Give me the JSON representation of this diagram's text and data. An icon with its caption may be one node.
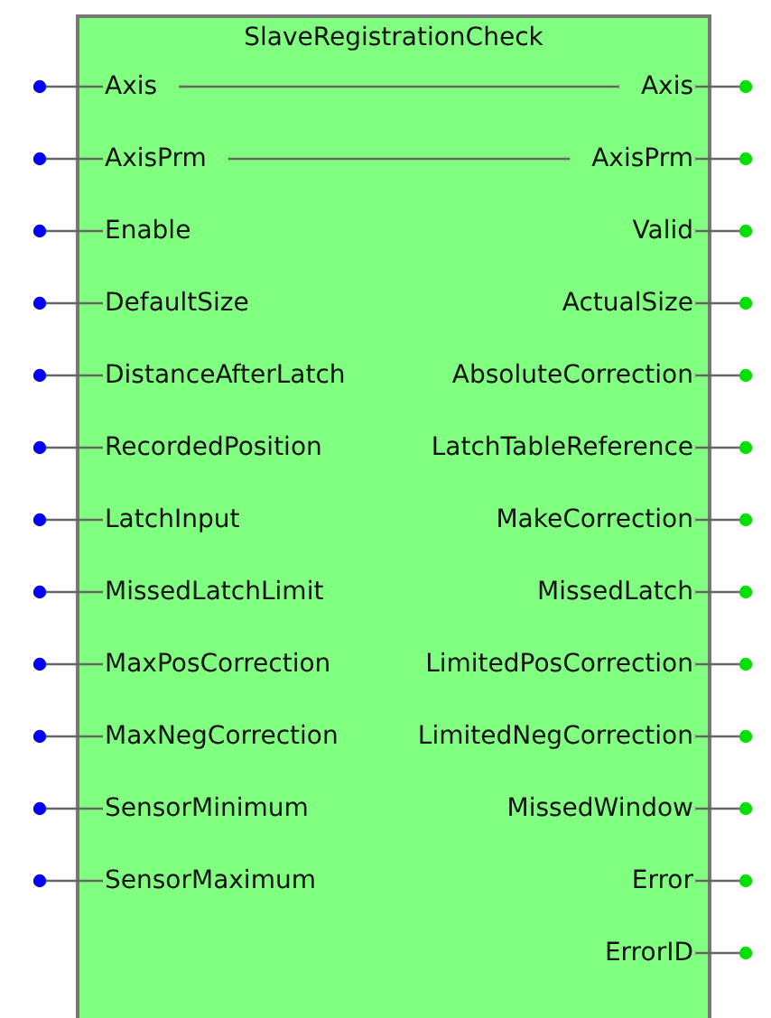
{
  "diagram": {
    "nodes": [
      {
        "text": [
          "SlaveRegistrationCheck"
        ]
      },
      {
        "text": [
          "Axis"
        ],
        "in": 0
      },
      {
        "text": [
          "Axis"
        ],
        "in": 0
      },
      {
        "text": [
          "AxisPrm"
        ],
        "in": 0
      },
      {
        "text": [
          "AxisPrm"
        ],
        "in": 0
      },
      {
        "text": [
          "Enable"
        ],
        "in": 0
      },
      {
        "text": [
          "Valid"
        ],
        "in": 0
      },
      {
        "text": [
          "DefaultSize"
        ],
        "in": 0
      },
      {
        "text": [
          "ActualSize"
        ],
        "in": 0
      },
      {
        "text": [
          "DistanceAfterLatch"
        ],
        "in": 0
      },
      {
        "text": [
          "AbsoluteCorrection"
        ],
        "in": 0
      },
      {
        "text": [
          "RecordedPosition"
        ],
        "in": 0
      },
      {
        "text": [
          "LatchTableReference"
        ],
        "in": 0
      },
      {
        "text": [
          "LatchInput"
        ],
        "in": 0
      },
      {
        "text": [
          "MakeCorrection"
        ],
        "in": 0
      },
      {
        "text": [
          "MissedLatchLimit"
        ],
        "in": 0
      },
      {
        "text": [
          "MissedLatch"
        ],
        "in": 0
      },
      {
        "text": [
          "MaxPosCorrection"
        ],
        "in": 0
      },
      {
        "text": [
          "LimitedPosCorrection"
        ],
        "in": 0
      },
      {
        "text": [
          "MaxNegCorrection"
        ],
        "in": 0
      },
      {
        "text": [
          "LimitedNegCorrection"
        ],
        "in": 0
      },
      {
        "text": [
          "SensorMinimum"
        ],
        "in": 0
      },
      {
        "text": [
          "MissedWindow"
        ],
        "in": 0
      },
      {
        "text": [
          "SensorMaximum"
        ],
        "in": 0
      },
      {
        "text": [
          "Error"
        ],
        "in": 0
      },
      {
        "text": [
          "ErrorID"
        ],
        "in": 0
      }
    ],
    "edges": [
      {
        "from": 1,
        "to": 2,
        "arrow": "none"
      },
      {
        "from": 3,
        "to": 4,
        "arrow": "none"
      },
      {
        "from": null,
        "to": 1,
        "arrow": "other"
      },
      {
        "from": 2,
        "to": null,
        "arrow": "other"
      },
      {
        "from": null,
        "to": 3,
        "arrow": "other"
      },
      {
        "from": 4,
        "to": null,
        "arrow": "other"
      },
      {
        "from": null,
        "to": 5,
        "arrow": "other"
      },
      {
        "from": 6,
        "to": null,
        "arrow": "other"
      },
      {
        "from": null,
        "to": 7,
        "arrow": "other"
      },
      {
        "from": 8,
        "to": null,
        "arrow": "other"
      },
      {
        "from": null,
        "to": 9,
        "arrow": "other"
      },
      {
        "from": 10,
        "to": null,
        "arrow": "other"
      },
      {
        "from": null,
        "to": 11,
        "arrow": "other"
      },
      {
        "from": 12,
        "to": null,
        "arrow": "other"
      },
      {
        "from": null,
        "to": 13,
        "arrow": "other"
      },
      {
        "from": 14,
        "to": null,
        "arrow": "other"
      },
      {
        "from": null,
        "to": 15,
        "arrow": "other"
      },
      {
        "from": 16,
        "to": null,
        "arrow": "other"
      },
      {
        "from": null,
        "to": 17,
        "arrow": "other"
      },
      {
        "from": 18,
        "to": null,
        "arrow": "other"
      },
      {
        "from": null,
        "to": 19,
        "arrow": "other"
      },
      {
        "from": 20,
        "to": null,
        "arrow": "other"
      },
      {
        "from": null,
        "to": 21,
        "arrow": "other"
      },
      {
        "from": 22,
        "to": null,
        "arrow": "other"
      },
      {
        "from": null,
        "to": 23,
        "arrow": "other"
      },
      {
        "from": 24,
        "to": null,
        "arrow": "other"
      },
      {
        "from": 25,
        "to": null,
        "arrow": "other"
      }
    ]
  }
}
